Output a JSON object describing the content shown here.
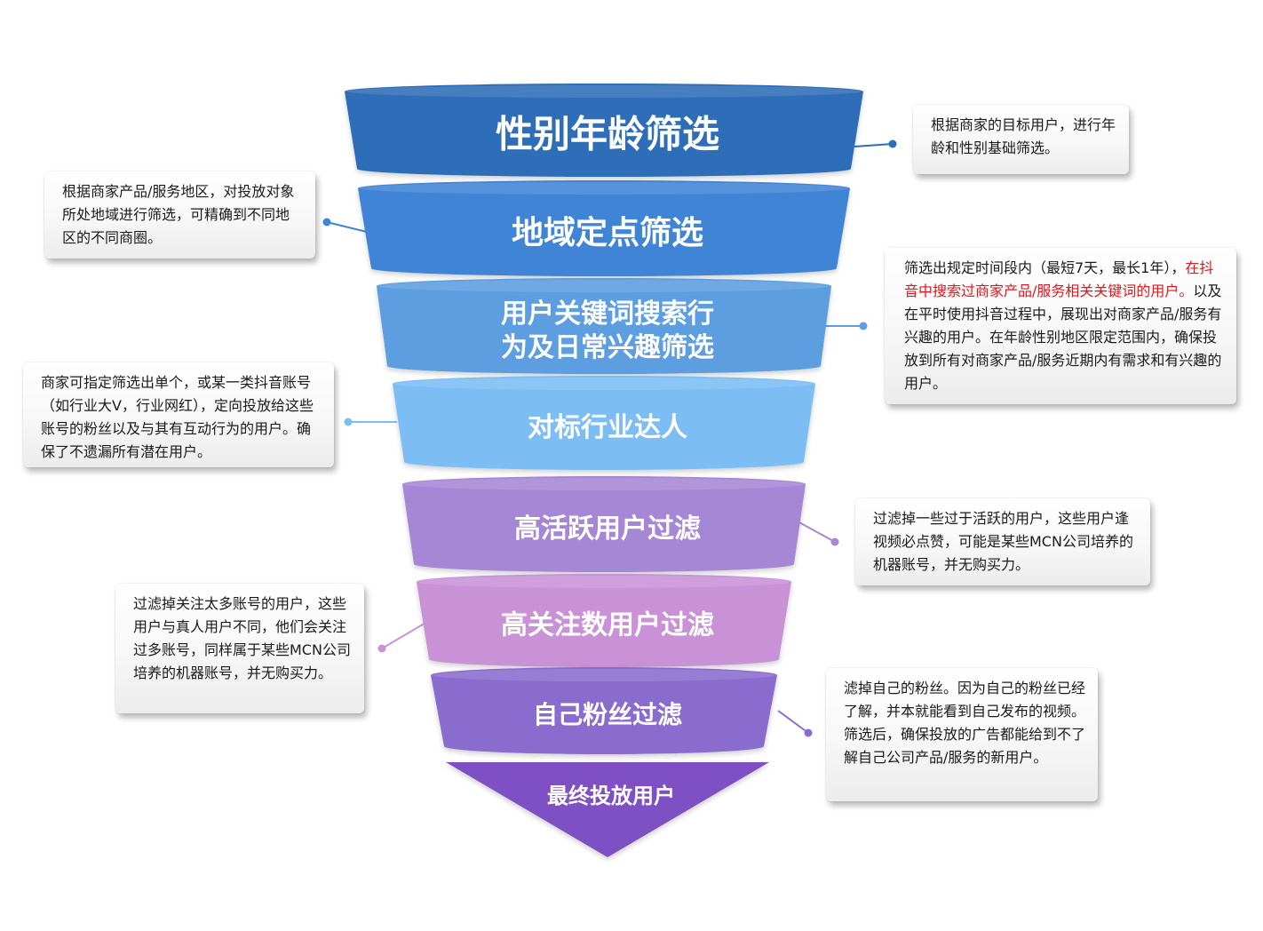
{
  "funnel": {
    "stages": [
      {
        "lines": [
          "性别年龄筛选"
        ],
        "color": "#2e6db7",
        "note": "根据商家的目标用户，进行年龄和性别基础筛选。"
      },
      {
        "lines": [
          "地域定点筛选"
        ],
        "color": "#3f84d6",
        "note": "根据商家产品/服务地区，对投放对象所处地域进行筛选，可精确到不同地区的不同商圈。"
      },
      {
        "lines": [
          "用户关键词搜索行",
          "为及日常兴趣筛选"
        ],
        "color": "#5c9ee0",
        "note": "筛选出规定时间段内（最短7天，最长1年），在抖音中搜索过商家产品/服务相关关键词的用户。以及在平时使用抖音过程中，展现出对商家产品/服务有兴趣的用户。在年龄性别地区限定范围内，确保投放到所有对商家产品/服务近期内有需求和有兴趣的用户。"
      },
      {
        "lines": [
          "对标行业达人"
        ],
        "color": "#7cbef4",
        "note": "商家可指定筛选出单个，或某一类抖音账号（如行业大V，行业网红），定向投放给这些账号的粉丝以及与其有互动行为的用户。确保了不遗漏所有潜在用户。"
      },
      {
        "lines": [
          "高活跃用户过滤"
        ],
        "color": "#a687d5",
        "note": "过滤掉一些过于活跃的用户，这些用户逢视频必点赞，可能是某些MCN公司培养的机器账号，并无购买力。"
      },
      {
        "lines": [
          "高关注数用户过滤"
        ],
        "color": "#c992d6",
        "note": "过滤掉关注太多账号的用户，这些用户与真人用户不同，他们会关注过多账号，同样属于某些MCN公司培养的机器账号，并无购买力。"
      },
      {
        "lines": [
          "自己粉丝过滤"
        ],
        "color": "#8a6ccf",
        "note": "滤掉自己的粉丝。因为自己的粉丝已经了解，并本就能看到自己发布的视频。筛选后，确保投放的广告都能给到不了解自己公司产品/服务的新用户。"
      }
    ],
    "final": {
      "label": "最终投放用户",
      "color": "#7f4fc4"
    }
  },
  "notes": {
    "note1": "根据商家的目标用户，进行年龄和性别基础筛选。",
    "note2": "根据商家产品/服务地区，对投放对象所处地域进行筛选，可精确到不同地区的不同商圈。",
    "note3_a": "筛选出规定时间段内（最短7天，最长1年），",
    "note3_b": "在抖音中搜索过商家产品/服务相关关键词的用户。",
    "note3_c": "以及在平时使用抖音过程中，展现出对商家产品/服务有兴趣的用户。在年龄性别地区限定范围内，确保投放到所有对商家产品/服务近期内有需求和有兴趣的用户。",
    "note4": "商家可指定筛选出单个，或某一类抖音账号（如行业大V，行业网红），定向投放给这些账号的粉丝以及与其有互动行为的用户。确保了不遗漏所有潜在用户。",
    "note5": "过滤掉一些过于活跃的用户，这些用户逢视频必点赞，可能是某些MCN公司培养的机器账号，并无购买力。",
    "note6": "过滤掉关注太多账号的用户，这些用户与真人用户不同，他们会关注过多账号，同样属于某些MCN公司培养的机器账号，并无购买力。",
    "note7": "滤掉自己的粉丝。因为自己的粉丝已经了解，并本就能看到自己发布的视频。筛选后，确保投放的广告都能给到不了解自己公司产品/服务的新用户。"
  }
}
